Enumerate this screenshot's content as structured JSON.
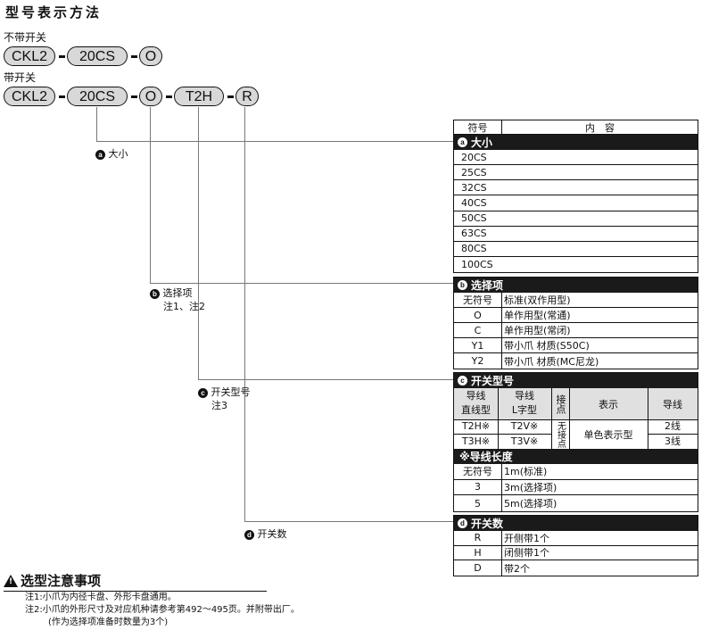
{
  "title": "型号表示方法",
  "without_switch": {
    "label": "不带开关",
    "parts": [
      "CKL2",
      "20CS",
      "O"
    ]
  },
  "with_switch": {
    "label": "带开关",
    "parts": [
      "CKL2",
      "20CS",
      "O",
      "T2H",
      "R"
    ]
  },
  "callouts": {
    "a": {
      "letter": "a",
      "text": "大小"
    },
    "b": {
      "letter": "b",
      "text": "选择项",
      "note": "注1、注2"
    },
    "c": {
      "letter": "c",
      "text": "开关型号",
      "note": "注3"
    },
    "d": {
      "letter": "d",
      "text": "开关数"
    }
  },
  "table_a": {
    "header_code": "符号",
    "header_content": "内　容",
    "section": "大小",
    "rows": [
      "20CS",
      "25CS",
      "32CS",
      "40CS",
      "50CS",
      "63CS",
      "80CS",
      "100CS"
    ]
  },
  "table_b": {
    "section": "选择项",
    "rows": [
      {
        "code": "无符号",
        "desc": "标准(双作用型)"
      },
      {
        "code": "O",
        "desc": "单作用型(常通)"
      },
      {
        "code": "C",
        "desc": "单作用型(常闭)"
      },
      {
        "code": "Y1",
        "desc": "带小爪 材质(S50C)"
      },
      {
        "code": "Y2",
        "desc": "带小爪 材质(MC尼龙)"
      }
    ]
  },
  "table_c": {
    "section": "开关型号",
    "head": {
      "straight_1": "导线",
      "straight_2": "直线型",
      "l_1": "导线",
      "l_2": "L字型",
      "contact": "接点",
      "display": "表示",
      "lead": "导线"
    },
    "rows": [
      {
        "straight": "T2H※",
        "l": "T2V※",
        "lead": "2线"
      },
      {
        "straight": "T3H※",
        "l": "T3V※",
        "lead": "3线"
      }
    ],
    "contact_value": "无接点",
    "display_value": "单色表示型",
    "lead_length": {
      "section": "※导线长度",
      "rows": [
        {
          "code": "无符号",
          "desc": "1m(标准)"
        },
        {
          "code": "3",
          "desc": "3m(选择项)"
        },
        {
          "code": "5",
          "desc": "5m(选择项)"
        }
      ]
    }
  },
  "table_d": {
    "section": "开关数",
    "rows": [
      {
        "code": "R",
        "desc": "开侧带1个"
      },
      {
        "code": "H",
        "desc": "闭侧带1个"
      },
      {
        "code": "D",
        "desc": "带2个"
      }
    ]
  },
  "notes": {
    "title": "选型注意事项",
    "warn_symbol": "!",
    "items": [
      "注1:小爪为内径卡盘、外形卡盘通用。",
      "注2:小爪的外形尺寸及对应机种请参考第492～495页。并附带出厂。",
      "(作为选择项准备时数量为3个)"
    ]
  }
}
